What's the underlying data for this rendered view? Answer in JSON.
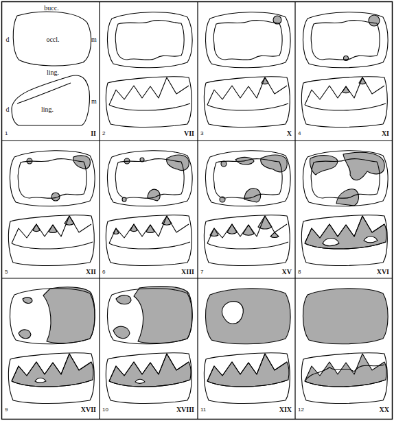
{
  "diagram": {
    "labels": [
      "bucc.",
      "d",
      "occl.",
      "m",
      "ling.",
      "d",
      "ling.",
      "m",
      "1",
      "II",
      "2",
      "VII",
      "3",
      "X",
      "4",
      "XI",
      "5",
      "XII",
      "6",
      "XIII",
      "7",
      "XV",
      "8",
      "XVI",
      "9",
      "XVII",
      "10",
      "XVIII",
      "11",
      "XIX",
      "12",
      "XX"
    ]
  }
}
